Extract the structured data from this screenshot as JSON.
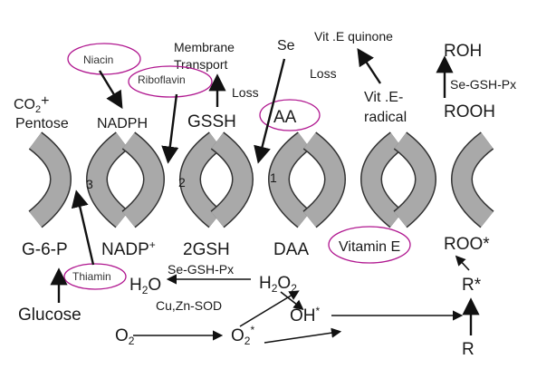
{
  "colors": {
    "oval": "#b0168f",
    "band": "#a9a9a9"
  },
  "top": {
    "co2": "CO",
    "co2_sub": "2",
    "co2_plus": "+",
    "pentose": "Pentose",
    "nadph": "NADPH",
    "membrane": "Membrane",
    "transport": "Transport",
    "se": "Se",
    "loss1": "Loss",
    "gssh": "GSSH",
    "aa": "AA",
    "vite_quinone": "Vit .E quinone",
    "loss2": "Loss",
    "vite_radical_1": "Vit .E-",
    "vite_radical_2": "radical",
    "roh": "ROH",
    "rooh": "ROOH",
    "se_gsh_px_top": "Se-GSH-Px"
  },
  "cofactors": {
    "niacin": "Niacin",
    "riboflavin": "Riboflavin",
    "thiamin": "Thiamin"
  },
  "cycle_numbers": [
    "3",
    "2",
    "1"
  ],
  "bottom": {
    "g6p": "G-6-P",
    "nadp": "NADP",
    "nadp_sup": "+",
    "gsh": "2GSH",
    "daa": "DAA",
    "vitamin_e": "Vitamin E",
    "roo": "ROO*",
    "h2o": "H",
    "h2o_sub": "2",
    "h2o_end": "O",
    "se_gsh_px": "Se-GSH-Px",
    "h2o2_h": "H",
    "h2o2_sub1": "2",
    "h2o2_o": "O",
    "h2o2_sub2": "2",
    "glucose": "Glucose",
    "cu_zn_sod": "Cu,Zn-SOD",
    "r_star": "R*",
    "oh": "OH",
    "oh_sup": "*",
    "r": "R",
    "o2": "O",
    "o2_sub": "2",
    "o2s": "O",
    "o2s_sub": "2",
    "o2s_sup": "*"
  }
}
